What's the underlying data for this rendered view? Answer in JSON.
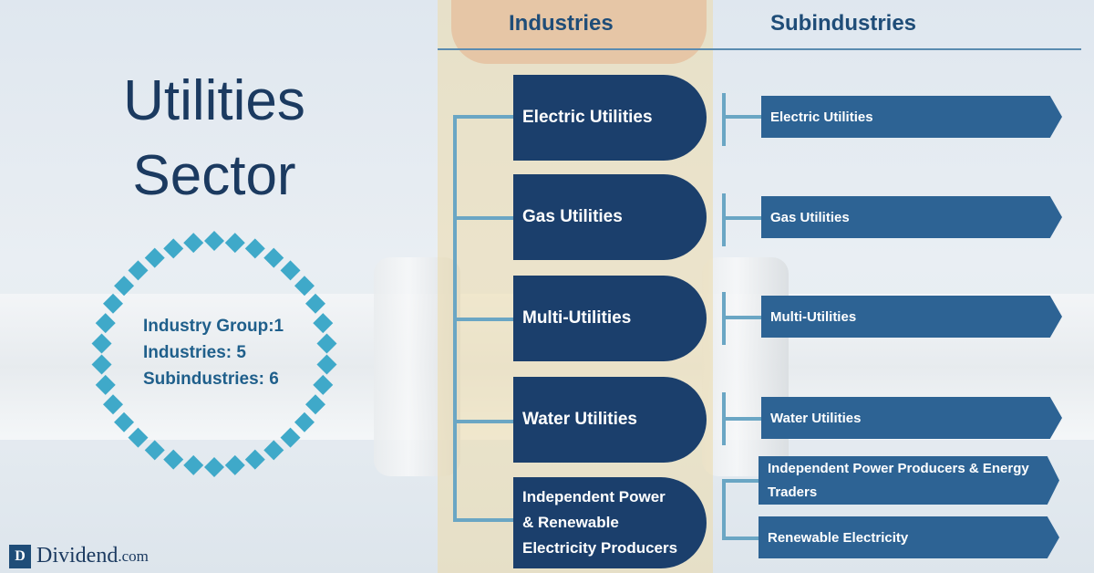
{
  "headers": {
    "industries": "Industries",
    "subindustries": "Subindustries"
  },
  "title": {
    "line1": "Utilities",
    "line2": "Sector"
  },
  "stats": {
    "industry_group": "Industry Group:1",
    "industries": "Industries: 5",
    "subindustries": "Subindustries: 6"
  },
  "industries": [
    {
      "label": "Electric Utilities"
    },
    {
      "label": "Gas Utilities"
    },
    {
      "label": "Multi-Utilities"
    },
    {
      "label": "Water Utilities"
    },
    {
      "line1": "Independent Power",
      "line2": "& Renewable",
      "line3": "Electricity Producers"
    }
  ],
  "subindustries": [
    {
      "label": "Electric Utilities"
    },
    {
      "label": "Gas Utilities"
    },
    {
      "label": "Multi-Utilities"
    },
    {
      "label": "Water Utilities"
    },
    {
      "line1": "Independent Power Producers & Energy",
      "line2": "Traders"
    },
    {
      "label": "Renewable Electricity"
    }
  ],
  "logo": {
    "letter": "D",
    "word": "Dividend",
    "suffix": ".com"
  },
  "colors": {
    "industry_box": "#1b3f6c",
    "subindustry_arrow": "#2d6394",
    "badge": "#3fa9c9",
    "title": "#1b3a60"
  }
}
